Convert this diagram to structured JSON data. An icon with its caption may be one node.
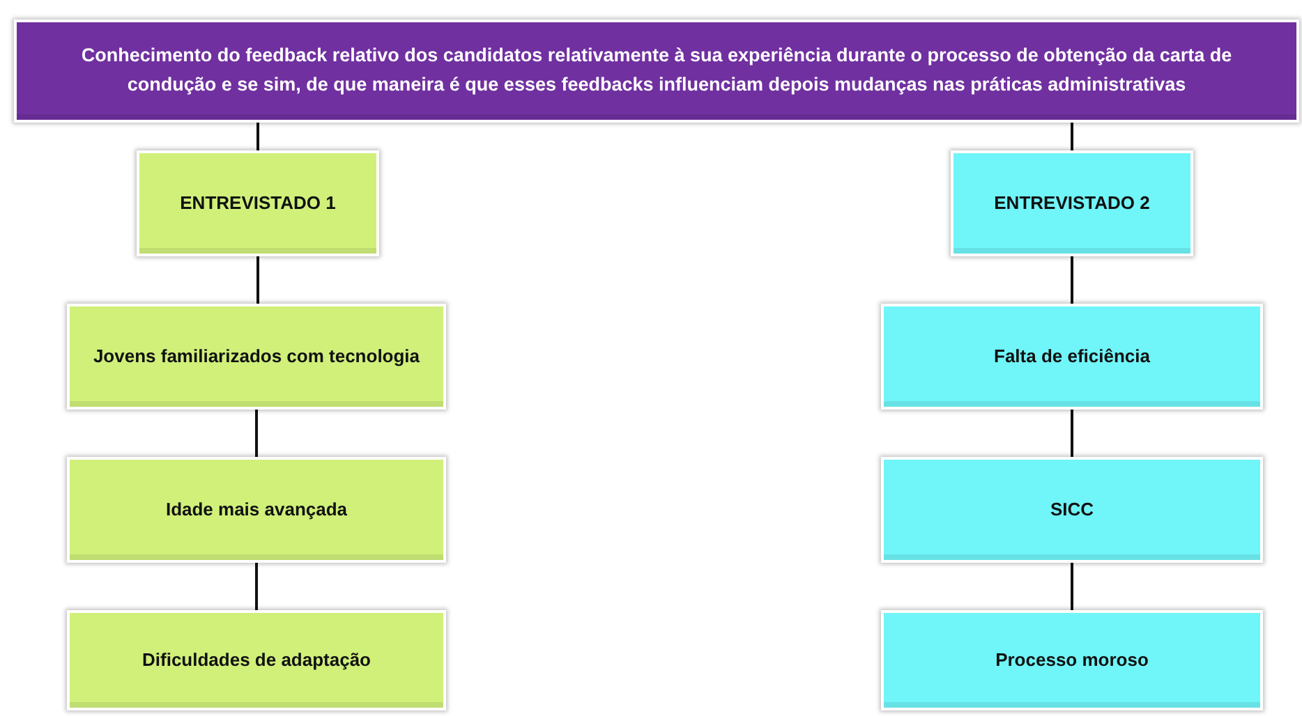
{
  "diagram": {
    "nodes": [
      {
        "text": [
          "Conhecimento do feedback relativo dos candidatos relativamente à sua experiência durante o processo de obtenção da carta de condução e se sim, de que maneira é que esses feedbacks influenciam depois mudanças nas práticas administrativas"
        ]
      },
      {
        "text": [
          "ENTREVISTADO 1"
        ]
      },
      {
        "text": [
          "ENTREVISTADO 2"
        ]
      },
      {
        "text": [
          "Jovens familiarizados com tecnologia"
        ]
      },
      {
        "text": [
          "Idade mais avançada"
        ]
      },
      {
        "text": [
          "Dificuldades de adaptação"
        ]
      },
      {
        "text": [
          "Falta de eficiência"
        ]
      },
      {
        "text": [
          "SICC"
        ]
      },
      {
        "text": [
          "Processo moroso"
        ]
      }
    ],
    "edges": [
      {
        "from": 0,
        "to": 1,
        "arrow": "none"
      },
      {
        "from": 0,
        "to": 2,
        "arrow": "none"
      },
      {
        "from": 1,
        "to": 3,
        "arrow": "none"
      },
      {
        "from": 3,
        "to": 4,
        "arrow": "none"
      },
      {
        "from": 4,
        "to": 5,
        "arrow": "none"
      },
      {
        "from": 2,
        "to": 6,
        "arrow": "none"
      },
      {
        "from": 6,
        "to": 7,
        "arrow": "none"
      },
      {
        "from": 7,
        "to": 8,
        "arrow": "none"
      }
    ]
  }
}
